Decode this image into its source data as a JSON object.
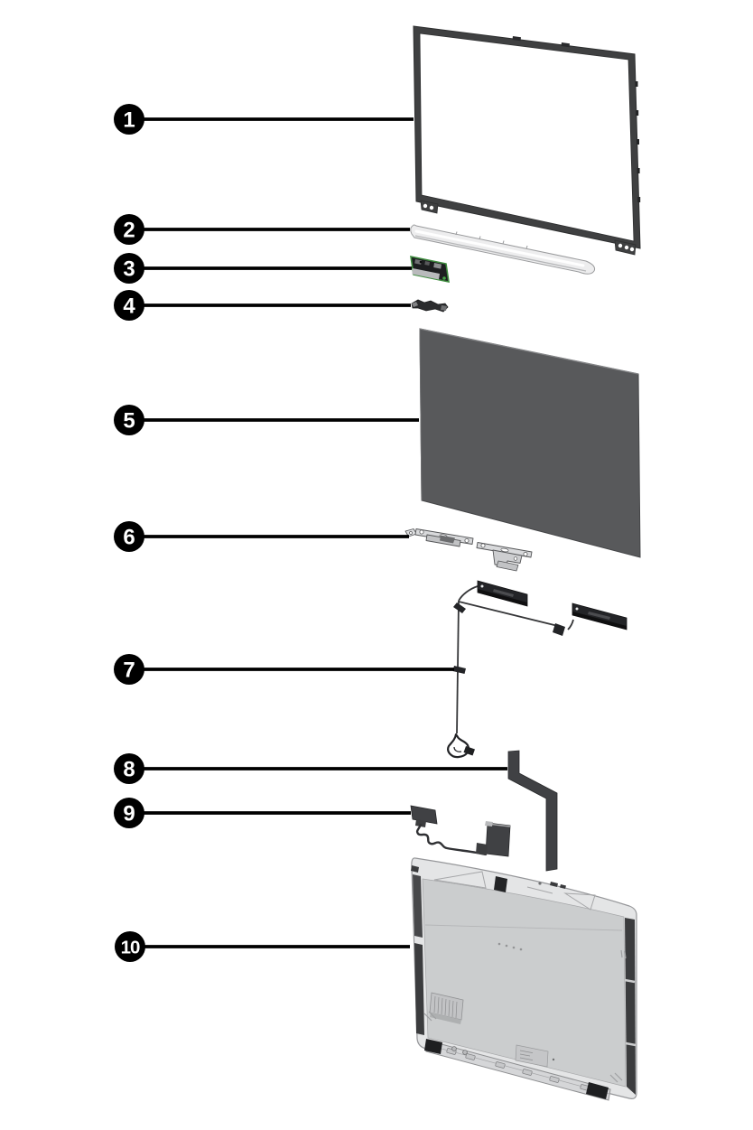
{
  "diagram": {
    "name": "display-assembly-exploded-view",
    "background": "#ffffff",
    "colors": {
      "callout_fill": "#000000",
      "callout_text": "#ffffff",
      "leader": "#000000",
      "bezel": "#3f4041",
      "panel": "#58595b",
      "hinge_cover": "#ededee",
      "metal": "#d8d9db",
      "antenna_bracket": "#232427",
      "cable": "#404144",
      "cover_rim": "#e4e5e6",
      "cover_face": "#cbcdce",
      "cover_strip": "#3b3c3e",
      "camera_pcb_green": "#3e8b3e"
    },
    "callouts": [
      {
        "number": "1",
        "part": "display-bezel"
      },
      {
        "number": "2",
        "part": "hinge-cover"
      },
      {
        "number": "3",
        "part": "camera-module"
      },
      {
        "number": "4",
        "part": "microphone-module"
      },
      {
        "number": "5",
        "part": "display-panel"
      },
      {
        "number": "6",
        "part": "display-hinges"
      },
      {
        "number": "7",
        "part": "wireless-antenna-kit"
      },
      {
        "number": "8",
        "part": "display-cable"
      },
      {
        "number": "9",
        "part": "camera-cable"
      },
      {
        "number": "10",
        "part": "display-back-cover"
      }
    ]
  }
}
